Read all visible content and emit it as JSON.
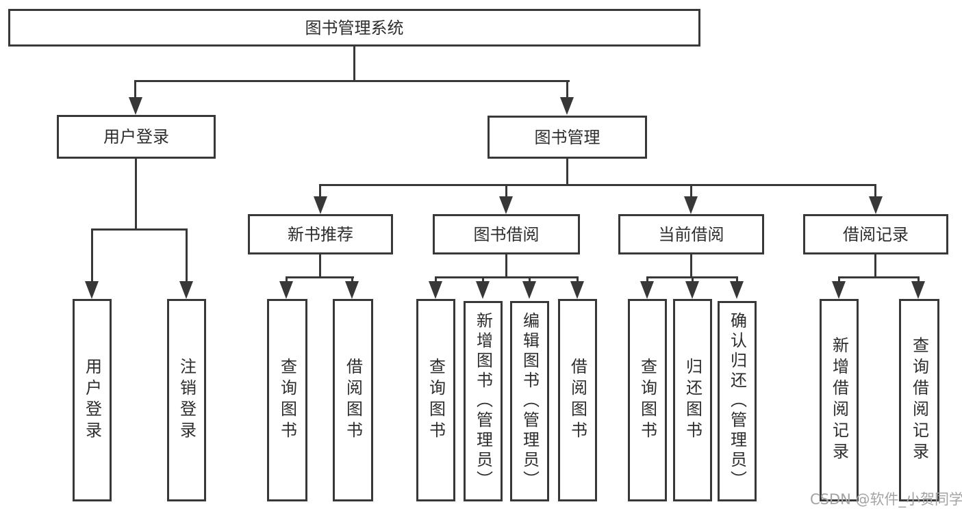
{
  "diagram": {
    "root": "图书管理系统",
    "level2": [
      {
        "label": "用户登录"
      },
      {
        "label": "图书管理"
      }
    ],
    "level3": [
      {
        "label": "新书推荐"
      },
      {
        "label": "图书借阅"
      },
      {
        "label": "当前借阅"
      },
      {
        "label": "借阅记录"
      }
    ],
    "leaves": {
      "login": [
        "用户登录",
        "注销登录"
      ],
      "recommend": [
        "查询图书",
        "借阅图书"
      ],
      "borrow": [
        "查询图书",
        "新增图书（管理员）",
        "编辑图书（管理员）",
        "借阅图书"
      ],
      "current": [
        "查询图书",
        "归还图书",
        "确认归还（管理员）"
      ],
      "records": [
        "新增借阅记录",
        "查询借阅记录"
      ]
    }
  },
  "watermark": {
    "text": "CSDN @软件_小贺同学"
  },
  "colors": {
    "line": "#383838",
    "text": "#2d2d2d",
    "watermark": "#a3a3a3",
    "background": "#ffffff"
  }
}
